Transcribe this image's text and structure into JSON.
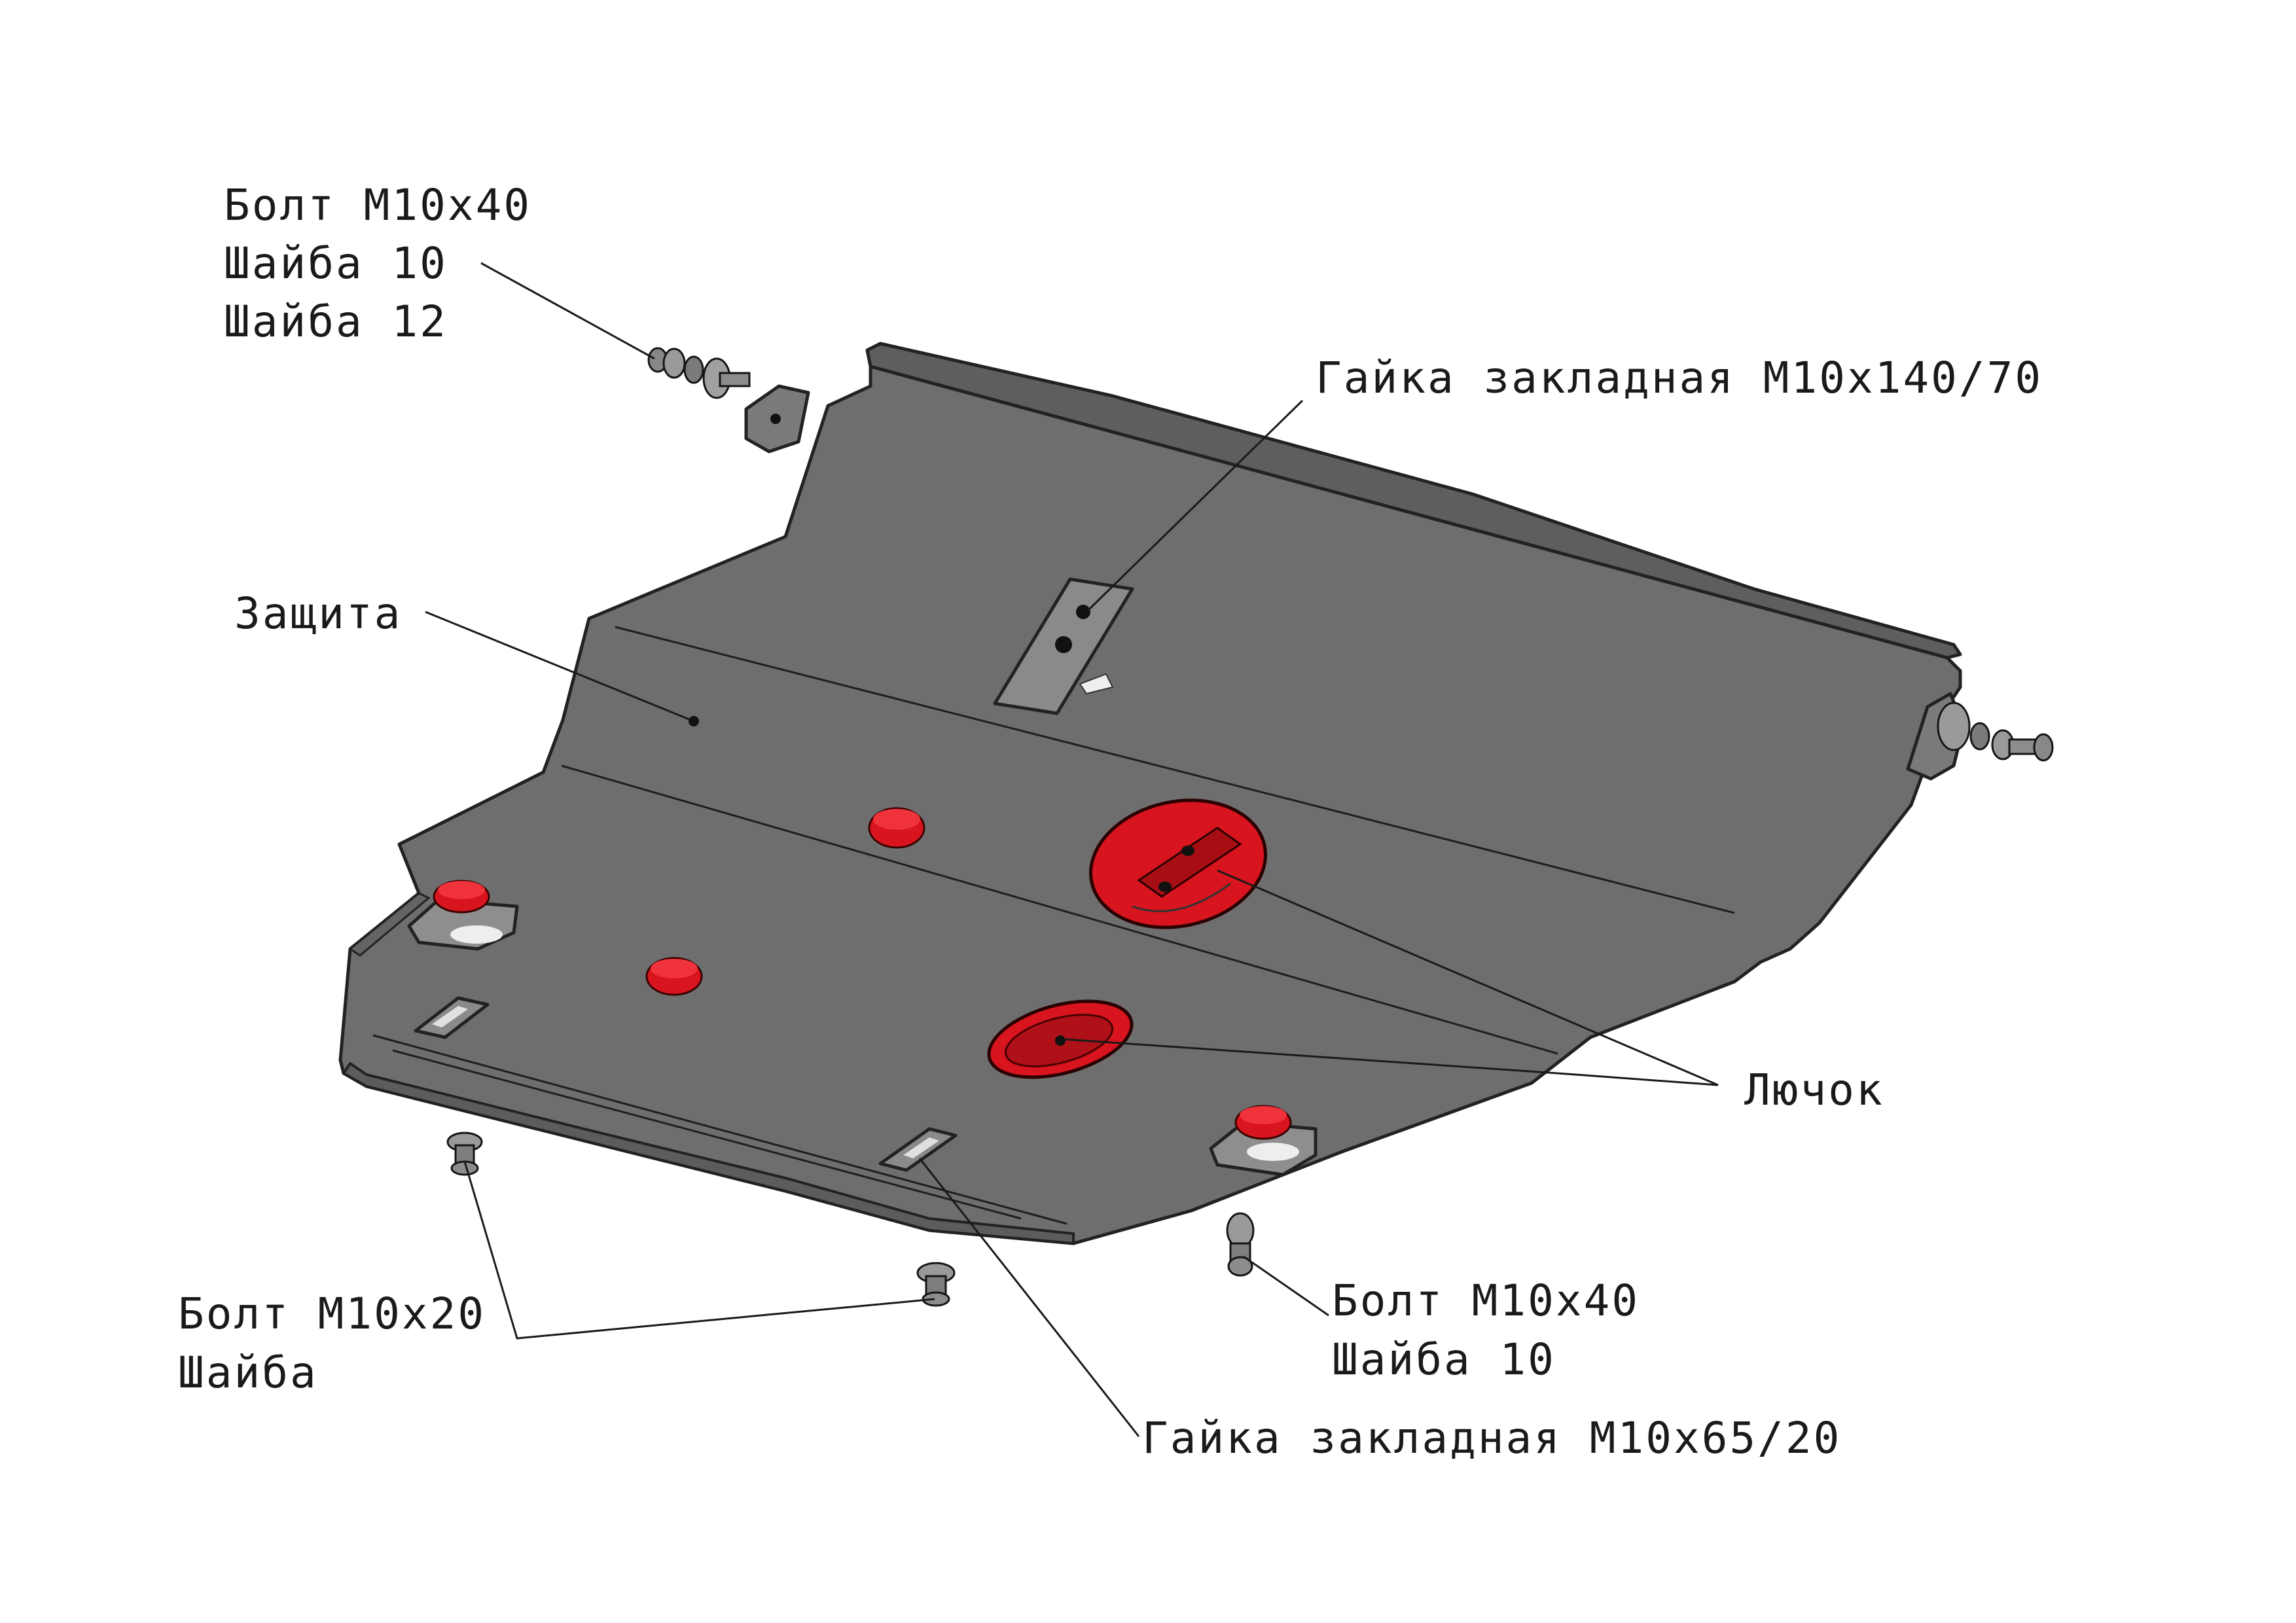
{
  "diagram": {
    "callouts": {
      "bolt_top_left": {
        "lines": [
          "Болт М10х40",
          "Шайба 10",
          "Шайба 12"
        ]
      },
      "nut_top": {
        "lines": [
          "Гайка закладная М10х140/70"
        ]
      },
      "shield": {
        "lines": [
          "Защита"
        ]
      },
      "hatch": {
        "lines": [
          "Лючок"
        ]
      },
      "bolt_bottom_left": {
        "lines": [
          "Болт М10х20",
          "Шайба"
        ]
      },
      "bolt_bottom_right": {
        "lines": [
          "Болт М10х40",
          "Шайба 10"
        ]
      },
      "nut_bottom": {
        "lines": [
          "Гайка закладная М10х65/20"
        ]
      }
    }
  },
  "colors": {
    "plate": "#6e6e6e",
    "plate_dark": "#5a5a5a",
    "accent_red": "#d8141e",
    "line": "#1a1a1a",
    "background": "#ffffff"
  }
}
